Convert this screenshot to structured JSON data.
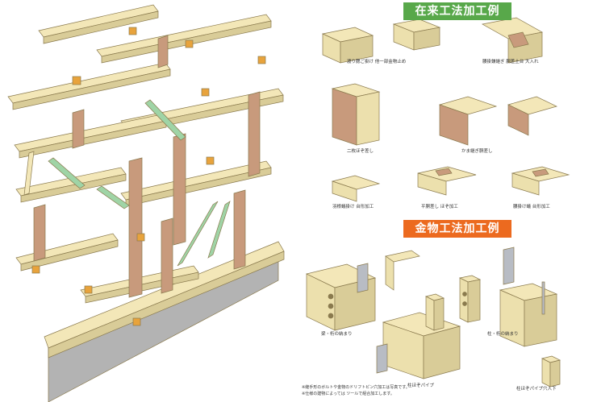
{
  "sections": {
    "traditional_title": "在来工法加工例",
    "metal_title": "金物工法加工例"
  },
  "traditional_captions": [
    "渡り腮ご掛け 他一部金物止め",
    "腰掛鎌継ぎ 胴差土台 大入れ",
    "二枚ほぞ差し",
    "かま継ぎ胴差し",
    "羽根蟻掛け 台形加工",
    "平胴差し ほぞ加工",
    "腰掛け蟻 台形加工"
  ],
  "metal_captions": [
    "梁・桁の納まり",
    "柱・桁の納まり",
    "柱ほぞパイプ",
    "柱ほぞパイプ穴入下"
  ],
  "notes": [
    "※継手形のボルトや金物のドリフトピン穴加工は写真です。",
    "※仕様の建物によっては ツールで組合加工します。"
  ],
  "colors": {
    "wood": "#f3e7b8",
    "wood_edge": "#8a7a4e",
    "joint": "#e8a33c",
    "post": "#c89a7c",
    "brace": "#9fd4a6",
    "foundation": "#b3b3b3",
    "metal": "#b8bcc4",
    "green_header": "#58a84a",
    "orange_header": "#ec6a1f"
  }
}
